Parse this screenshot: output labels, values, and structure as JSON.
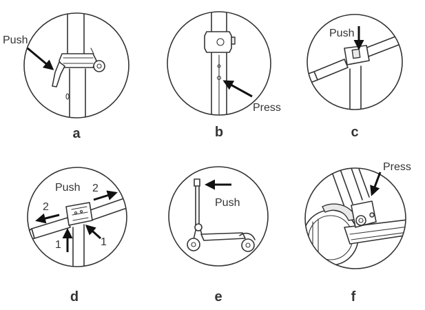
{
  "panels": [
    {
      "id": "a",
      "caption": "a",
      "callouts": [
        "Push"
      ]
    },
    {
      "id": "b",
      "caption": "b",
      "callouts": [
        "Press"
      ]
    },
    {
      "id": "c",
      "caption": "c",
      "callouts": [
        "Push"
      ]
    },
    {
      "id": "d",
      "caption": "d",
      "callouts": [
        "Push",
        "2",
        "2",
        "1",
        "1"
      ]
    },
    {
      "id": "e",
      "caption": "e",
      "callouts": [
        "Push"
      ]
    },
    {
      "id": "f",
      "caption": "f",
      "callouts": [
        "Press"
      ]
    }
  ]
}
